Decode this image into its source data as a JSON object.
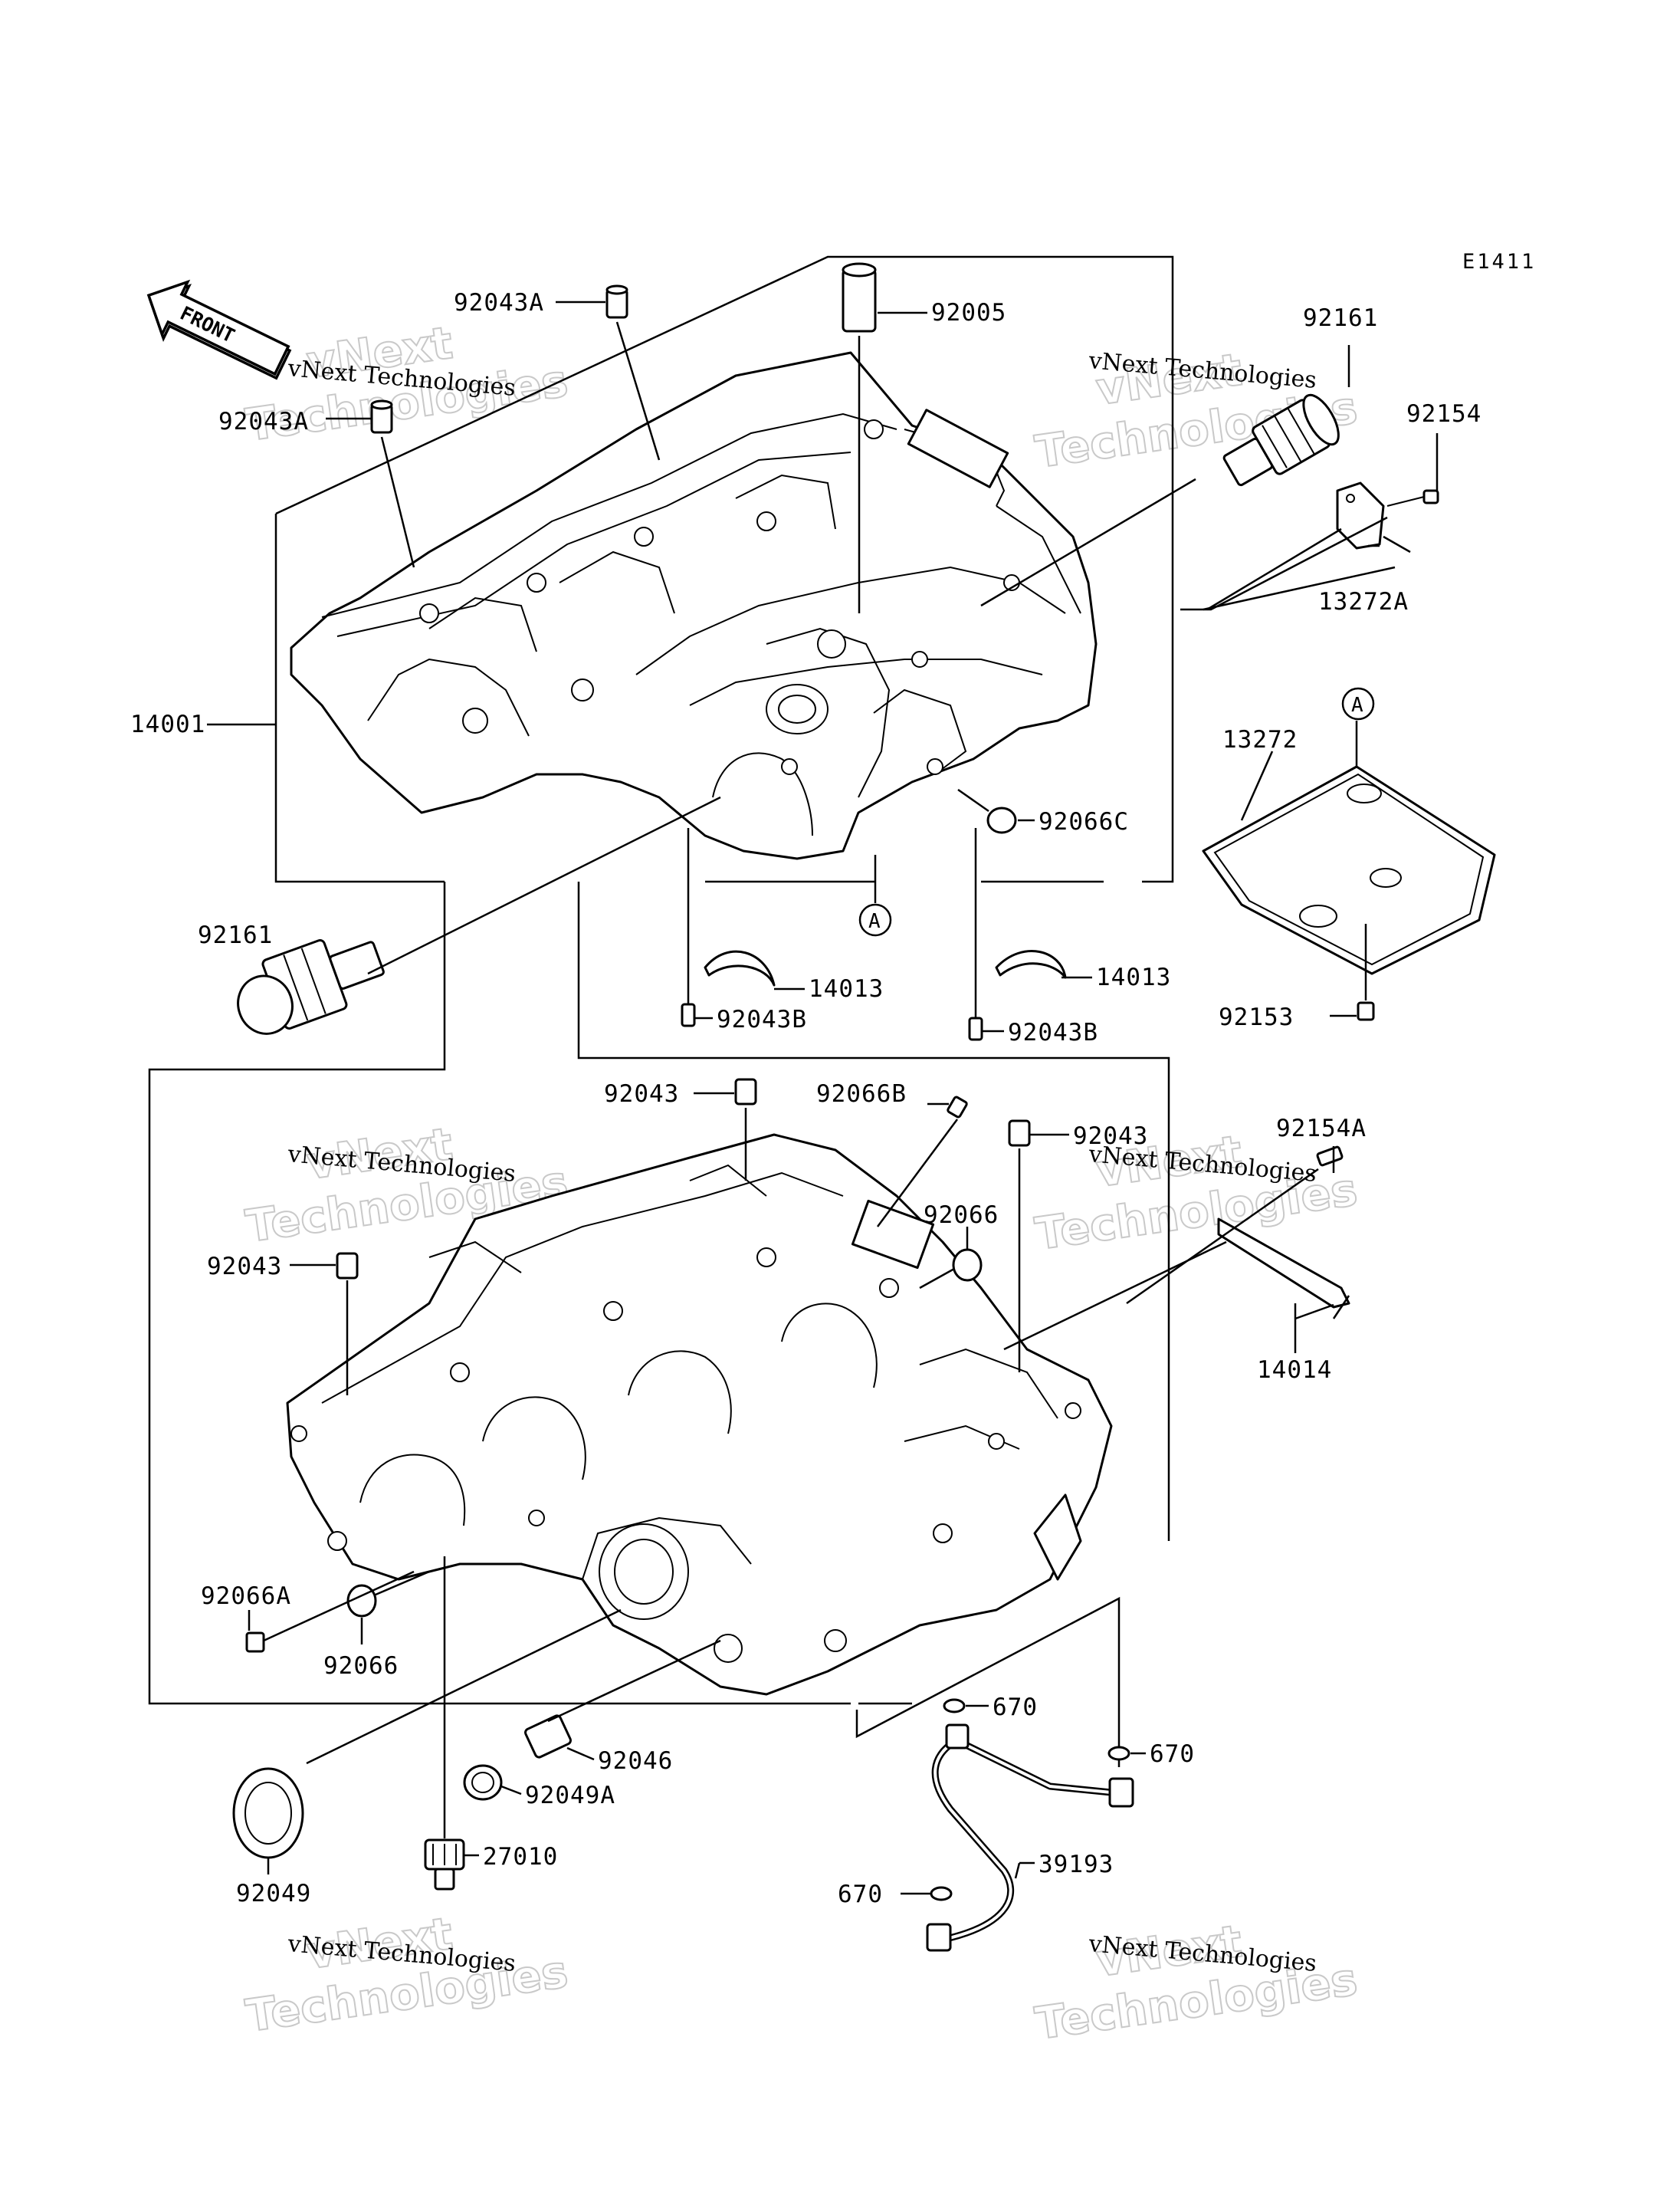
{
  "diagram_code": "E1411",
  "front_arrow": {
    "label": "FRONT",
    "icon": "front-direction-arrow-icon"
  },
  "reference_marks": [
    {
      "id": "ref-a-upper",
      "letter": "A"
    },
    {
      "id": "ref-a-lower",
      "letter": "A"
    }
  ],
  "parts": [
    {
      "id": "92043A-top",
      "number": "92043A"
    },
    {
      "id": "92043A-left",
      "number": "92043A"
    },
    {
      "id": "92005",
      "number": "92005"
    },
    {
      "id": "92161-right",
      "number": "92161"
    },
    {
      "id": "92154",
      "number": "92154"
    },
    {
      "id": "13272A",
      "number": "13272A"
    },
    {
      "id": "14001",
      "number": "14001"
    },
    {
      "id": "92066C",
      "number": "92066C"
    },
    {
      "id": "13272",
      "number": "13272"
    },
    {
      "id": "92161-left",
      "number": "92161"
    },
    {
      "id": "14013-left",
      "number": "14013"
    },
    {
      "id": "14013-right",
      "number": "14013"
    },
    {
      "id": "92043B-left",
      "number": "92043B"
    },
    {
      "id": "92043B-right",
      "number": "92043B"
    },
    {
      "id": "92153",
      "number": "92153"
    },
    {
      "id": "92043-upper",
      "number": "92043"
    },
    {
      "id": "92066B",
      "number": "92066B"
    },
    {
      "id": "92043-right",
      "number": "92043"
    },
    {
      "id": "92154A",
      "number": "92154A"
    },
    {
      "id": "92066-right",
      "number": "92066"
    },
    {
      "id": "92043-left",
      "number": "92043"
    },
    {
      "id": "14014",
      "number": "14014"
    },
    {
      "id": "92066A",
      "number": "92066A"
    },
    {
      "id": "92066-left",
      "number": "92066"
    },
    {
      "id": "670-top",
      "number": "670"
    },
    {
      "id": "670-right",
      "number": "670"
    },
    {
      "id": "92046",
      "number": "92046"
    },
    {
      "id": "92049A",
      "number": "92049A"
    },
    {
      "id": "39193",
      "number": "39193"
    },
    {
      "id": "92049",
      "number": "92049"
    },
    {
      "id": "27010",
      "number": "27010"
    },
    {
      "id": "670-left",
      "number": "670"
    }
  ],
  "watermark": {
    "company": "vNext Technologies",
    "word1": "vNext",
    "word2": "Technologies"
  }
}
